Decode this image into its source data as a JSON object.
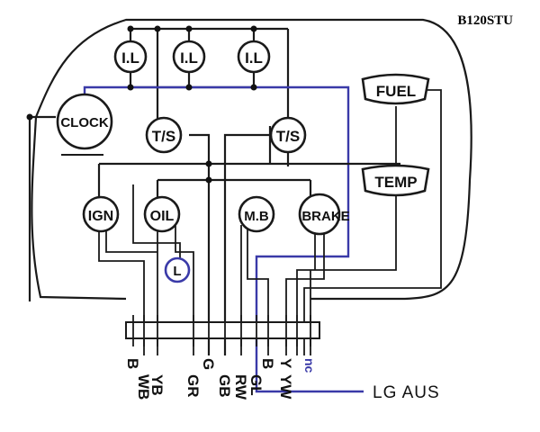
{
  "title": "B120STU",
  "lamps": {
    "il1": "I.L",
    "il2": "I.L",
    "il3": "I.L"
  },
  "components": {
    "clock": "CLOCK",
    "ts_left": "T/S",
    "ts_right": "T/S",
    "fuel": "FUEL",
    "temp": "TEMP",
    "ign": "IGN",
    "oil": "OIL",
    "mb": "M.B",
    "brake": "BRAKE",
    "l": "L"
  },
  "wire_codes": [
    "B",
    "WB",
    "YB",
    "GR",
    "G",
    "GB",
    "RW",
    "GL",
    "B",
    "Y",
    "YW",
    "nc"
  ],
  "output_label": "LG  AUS",
  "colors": {
    "accent": "#3a3aa8",
    "ink": "#1a1a1a"
  }
}
